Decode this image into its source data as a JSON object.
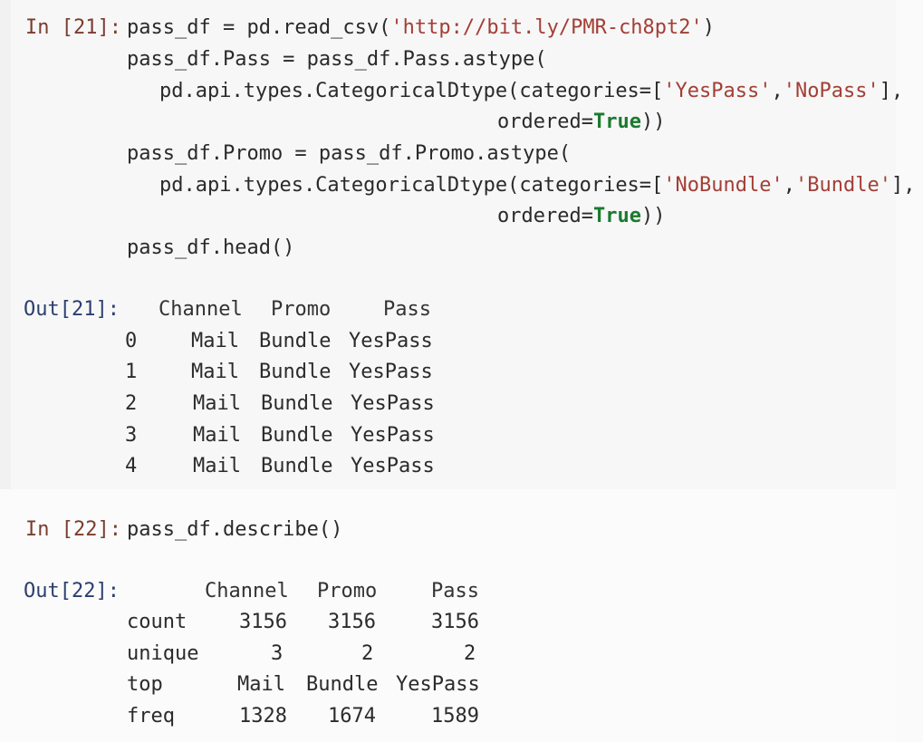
{
  "cell21": {
    "in_prompt": "In [21]:",
    "code": {
      "l1_a": "pass_df = pd.read_csv(",
      "l1_str": "'http://bit.ly/PMR-ch8pt2'",
      "l1_b": ")",
      "l2": "pass_df.Pass = pass_df.Pass.astype(",
      "l3_a": "pd.api.types.CategoricalDtype(categories=[",
      "l3_s1": "'YesPass'",
      "l3_comma": ",",
      "l3_s2": "'NoPass'",
      "l3_b": "],",
      "l4_a": "ordered=",
      "l4_kw": "True",
      "l4_b": "))",
      "l5": "pass_df.Promo = pass_df.Promo.astype(",
      "l6_a": "pd.api.types.CategoricalDtype(categories=[",
      "l6_s1": "'NoBundle'",
      "l6_comma": ",",
      "l6_s2": "'Bundle'",
      "l6_b": "],",
      "l7_a": "ordered=",
      "l7_kw": "True",
      "l7_b": "))",
      "l8": "pass_df.head()"
    },
    "out_prompt": "Out[21]:",
    "output": {
      "columns": [
        "Channel",
        "Promo",
        "Pass"
      ],
      "rows": [
        {
          "index": "0",
          "Channel": "Mail",
          "Promo": "Bundle",
          "Pass": "YesPass"
        },
        {
          "index": "1",
          "Channel": "Mail",
          "Promo": "Bundle",
          "Pass": "YesPass"
        },
        {
          "index": "2",
          "Channel": "Mail",
          "Promo": "Bundle",
          "Pass": "YesPass"
        },
        {
          "index": "3",
          "Channel": "Mail",
          "Promo": "Bundle",
          "Pass": "YesPass"
        },
        {
          "index": "4",
          "Channel": "Mail",
          "Promo": "Bundle",
          "Pass": "YesPass"
        }
      ]
    }
  },
  "cell22": {
    "in_prompt": "In [22]:",
    "code": "pass_df.describe()",
    "out_prompt": "Out[22]:",
    "output": {
      "columns": [
        "Channel",
        "Promo",
        "Pass"
      ],
      "rows": [
        {
          "index": "count",
          "Channel": "3156",
          "Promo": "3156",
          "Pass": "3156"
        },
        {
          "index": "unique",
          "Channel": "3",
          "Promo": "2",
          "Pass": "2"
        },
        {
          "index": "top",
          "Channel": "Mail",
          "Promo": "Bundle",
          "Pass": "YesPass"
        },
        {
          "index": "freq",
          "Channel": "1328",
          "Promo": "1674",
          "Pass": "1589"
        }
      ]
    }
  }
}
